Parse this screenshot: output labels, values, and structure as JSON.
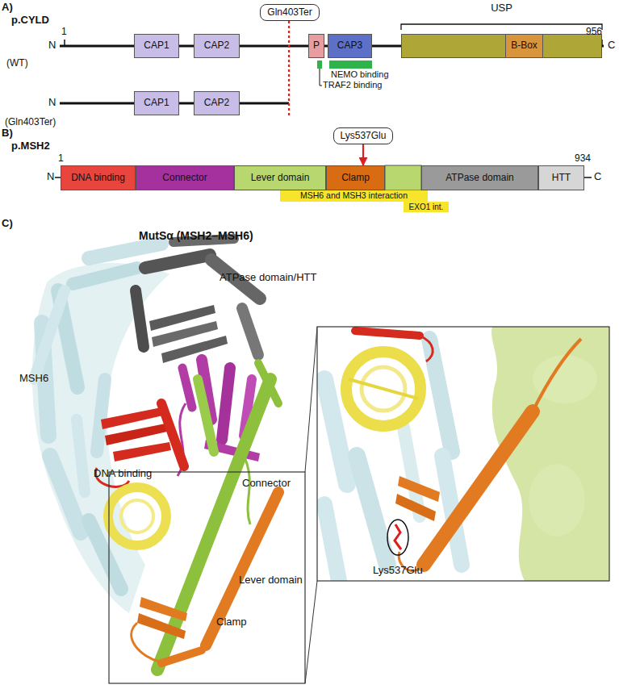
{
  "diagram": {
    "nodes": [
      {
        "text": [
          "Gln403Ter"
        ]
      },
      {
        "text": [
          "CAP1"
        ]
      },
      {
        "text": [
          "CAP2"
        ]
      },
      {
        "text": [
          "P"
        ]
      },
      {
        "text": [
          "CAP3"
        ]
      },
      {
        "text": [
          "USP"
        ]
      },
      {
        "text": [
          "B-Box"
        ],
        "in": 5
      },
      {
        "text": [
          "CAP1"
        ]
      },
      {
        "text": [
          "CAP2"
        ]
      },
      {
        "text": [
          "Lys537Glu"
        ]
      },
      {
        "text": [
          "DNA binding"
        ]
      },
      {
        "text": [
          "Connector"
        ]
      },
      {
        "text": [
          "Lever domain"
        ]
      },
      {
        "text": [
          "Clamp"
        ]
      },
      {
        "text": [
          "ATPase domain"
        ]
      },
      {
        "text": [
          "HTT"
        ]
      },
      {
        "text": [
          "MSH6 and MSH3 interaction"
        ]
      },
      {
        "text": [
          "EXO1 int."
        ]
      }
    ],
    "edges": [
      {
        "from": 9,
        "to": 13,
        "arrow": "to"
      }
    ],
    "labels": [
      "A)",
      "p.CYLD",
      "N",
      "1",
      "956",
      "C",
      "(WT)",
      "TRAF2 binding",
      "NEMO binding",
      "N",
      "(Gln403Ter)",
      "B)",
      "p.MSH2",
      "1",
      "934",
      "N",
      "C",
      "C)",
      "MutSα (MSH2–MSH6)",
      "ATPase domain/HTT",
      "MSH6",
      "DNA binding",
      "Connector",
      "Lever domain",
      "Clamp",
      "Lys537Glu"
    ]
  }
}
